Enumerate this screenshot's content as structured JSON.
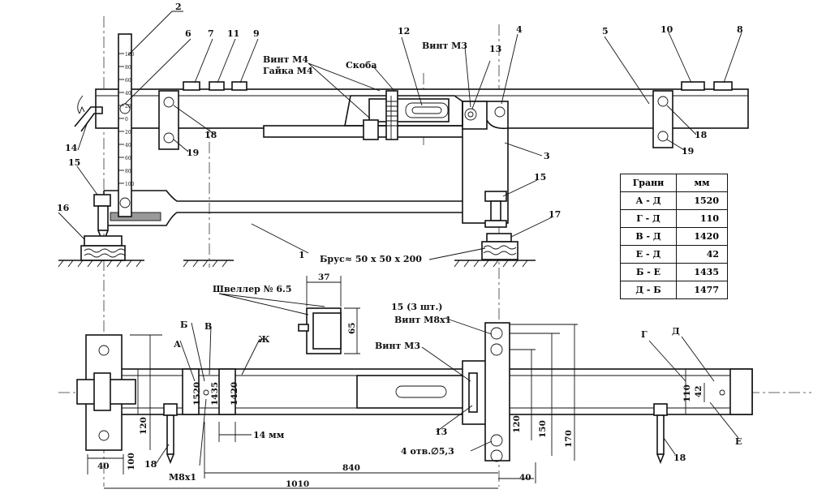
{
  "part_numbers": [
    "1",
    "2",
    "3",
    "4",
    "5",
    "6",
    "7",
    "8",
    "9",
    "10",
    "11",
    "12",
    "13",
    "14",
    "15",
    "16",
    "17",
    "18",
    "19"
  ],
  "labels": {
    "vint_m4": "Винт М4",
    "gaika_m4": "Гайка М4",
    "skoba": "Скоба",
    "vint_m3_top": "Винт М3",
    "brus": "Брус≈ 50 х 50 х 200",
    "shveller": "Швеллер № 6.5",
    "screws_count": "15 (3 шт.)",
    "vint_m8": "Винт М8х1",
    "vint_m3_bottom": "Винт М3",
    "holes": "4 отв.∅5,3",
    "m8": "М8х1",
    "gap_14": "14 мм"
  },
  "face_letters": [
    "А",
    "Б",
    "В",
    "Г",
    "Д",
    "Е",
    "Ж"
  ],
  "scale_ticks": [
    "100",
    "80",
    "60",
    "40",
    "20",
    "0",
    "20",
    "40",
    "60",
    "80",
    "100"
  ],
  "dimensions": {
    "d37": "37",
    "d65": "65",
    "d1520": "1520",
    "d1435": "1435",
    "d1420": "1420",
    "d120_left": "120",
    "d100": "100",
    "d40_left": "40",
    "d18": "18",
    "d840": "840",
    "d1010": "1010",
    "d40_right": "40",
    "d120_right": "120",
    "d150": "150",
    "d170": "170",
    "d110": "110",
    "d42": "42",
    "n13": "13",
    "n18": "18"
  },
  "table": {
    "headers": [
      "Грани",
      "мм"
    ],
    "rows": [
      {
        "face": "А - Д",
        "mm": "1520"
      },
      {
        "face": "Г - Д",
        "mm": "110"
      },
      {
        "face": "В - Д",
        "mm": "1420"
      },
      {
        "face": "Е - Д",
        "mm": "42"
      },
      {
        "face": "Б - Е",
        "mm": "1435"
      },
      {
        "face": "Д - Б",
        "mm": "1477"
      }
    ]
  }
}
